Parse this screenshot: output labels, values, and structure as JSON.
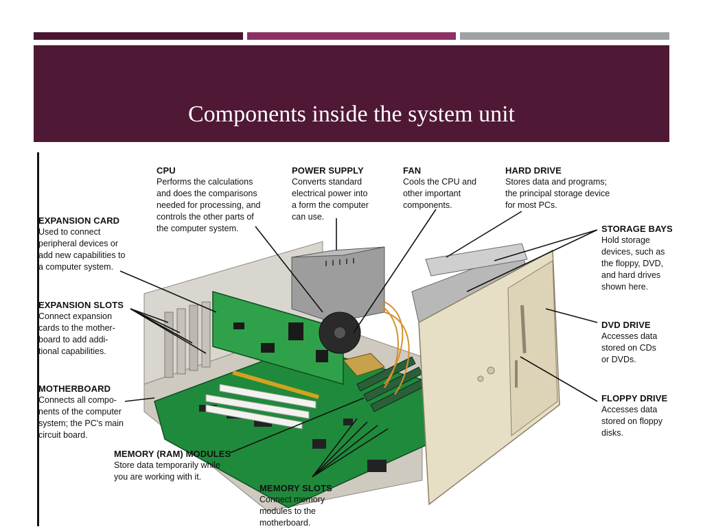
{
  "slide": {
    "title": "Components inside the system unit",
    "colors": {
      "title_bg": "#4f1834",
      "stripe_1": "#4a1530",
      "stripe_2": "#8c3166",
      "stripe_3": "#9ea2a6",
      "leader": "#111111",
      "board": "#1f8a3b",
      "case": "#e6dfc6"
    }
  },
  "callouts": [
    {
      "key": "cpu",
      "heading": "CPU",
      "body": "Performs the calculations\nand does the comparisons\nneeded for processing, and\ncontrols the other parts of\nthe computer system."
    },
    {
      "key": "power-supply",
      "heading": "POWER SUPPLY",
      "body": "Converts standard\nelectrical power into\na form the computer\ncan use."
    },
    {
      "key": "fan",
      "heading": "FAN",
      "body": "Cools the CPU and\nother important\ncomponents."
    },
    {
      "key": "hard-drive",
      "heading": "HARD DRIVE",
      "body": "Stores data and programs;\nthe principal storage device\nfor most PCs."
    },
    {
      "key": "expansion-card",
      "heading": "EXPANSION CARD",
      "body": "Used to connect\nperipheral devices or\nadd new capabilities to\na computer system."
    },
    {
      "key": "storage-bays",
      "heading": "STORAGE BAYS",
      "body": "Hold storage\ndevices, such as\nthe floppy, DVD,\nand hard drives\nshown here."
    },
    {
      "key": "expansion-slots",
      "heading": "EXPANSION SLOTS",
      "body": "Connect expansion\ncards to the mother-\nboard to add addi-\ntional capabilities."
    },
    {
      "key": "dvd-drive",
      "heading": "DVD DRIVE",
      "body": "Accesses data\nstored on CDs\nor DVDs."
    },
    {
      "key": "motherboard",
      "heading": "MOTHERBOARD",
      "body": "Connects all compo-\nnents of the computer\nsystem; the PC's main\ncircuit board."
    },
    {
      "key": "floppy-drive",
      "heading": "FLOPPY DRIVE",
      "body": "Accesses data\nstored on floppy\ndisks."
    },
    {
      "key": "memory-modules",
      "heading": "MEMORY (RAM) MODULES",
      "body": "Store data temporarily while\nyou are working with it."
    },
    {
      "key": "memory-slots",
      "heading": "MEMORY SLOTS",
      "body": "Connect memory\nmodules to the\nmotherboard."
    }
  ]
}
